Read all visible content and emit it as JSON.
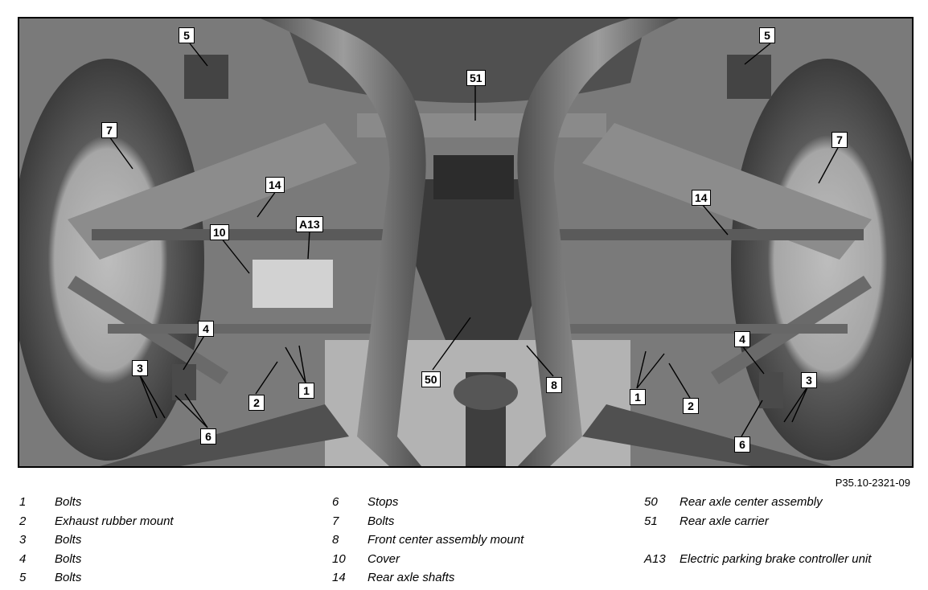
{
  "callouts": {
    "c5_left": "5",
    "c5_right": "5",
    "c51": "51",
    "c7_left": "7",
    "c7_right": "7",
    "c14_left": "14",
    "c14_right": "14",
    "c10": "10",
    "cA13": "A13",
    "c4_left": "4",
    "c4_right": "4",
    "c3_left": "3",
    "c3_right": "3",
    "c2_left": "2",
    "c2_right": "2",
    "c1_left": "1",
    "c1_right": "1",
    "c6_left": "6",
    "c6_right": "6",
    "c50": "50",
    "c8": "8"
  },
  "ref_code": "P35.10-2321-09",
  "legend": {
    "col1": [
      {
        "num": "1",
        "text": "Bolts"
      },
      {
        "num": "2",
        "text": "Exhaust rubber mount"
      },
      {
        "num": "3",
        "text": "Bolts"
      },
      {
        "num": "4",
        "text": "Bolts"
      },
      {
        "num": "5",
        "text": "Bolts"
      }
    ],
    "col2": [
      {
        "num": "6",
        "text": "Stops"
      },
      {
        "num": "7",
        "text": "Bolts"
      },
      {
        "num": "8",
        "text": "Front center assembly mount"
      },
      {
        "num": "10",
        "text": "Cover"
      },
      {
        "num": "14",
        "text": "Rear axle shafts"
      }
    ],
    "col3": [
      {
        "num": "50",
        "text": "Rear axle center assembly"
      },
      {
        "num": "51",
        "text": "Rear axle carrier"
      },
      {
        "num": "",
        "text": ""
      },
      {
        "num": "A13",
        "text": "Electric parking brake controller unit"
      },
      {
        "num": "",
        "text": ""
      }
    ]
  }
}
